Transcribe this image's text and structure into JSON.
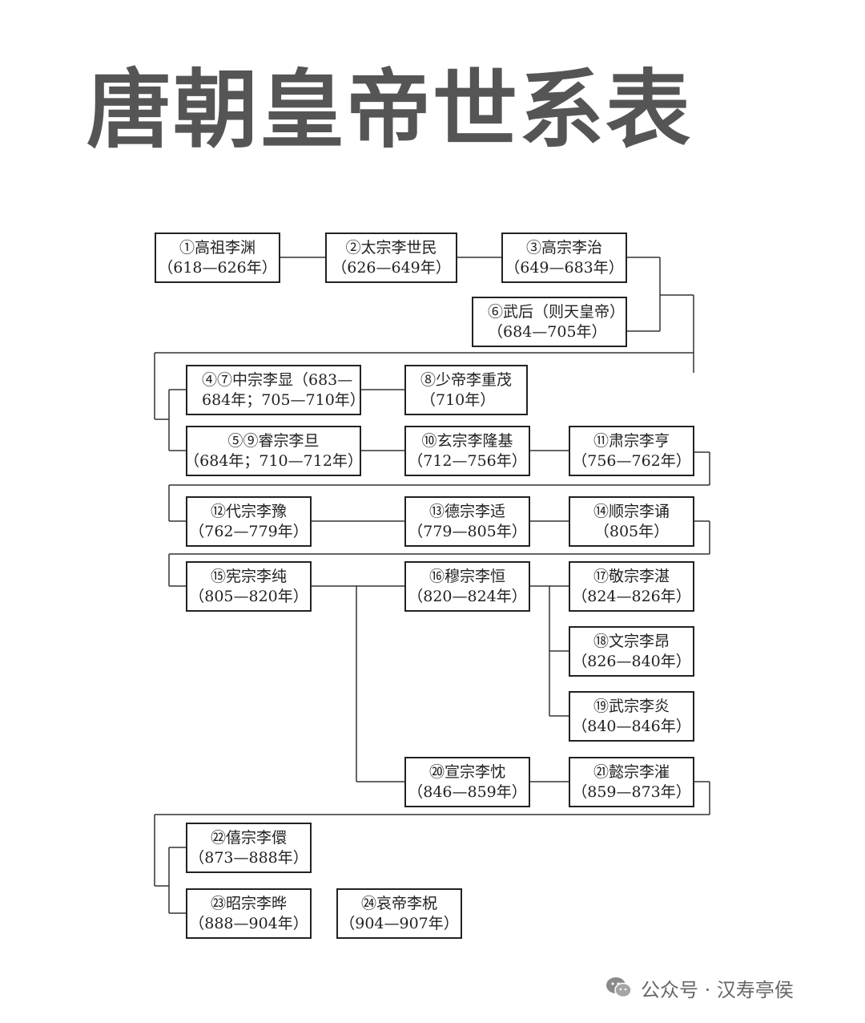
{
  "title": "唐朝皇帝世系表",
  "emperors": {
    "e1": {
      "l1": "①高祖李渊",
      "l2": "（618—626年）"
    },
    "e2": {
      "l1": "②太宗李世民",
      "l2": "（626—649年）"
    },
    "e3": {
      "l1": "③高宗李治",
      "l2": "（649—683年）"
    },
    "e6": {
      "l1": "⑥武后（则天皇帝）",
      "l2": "（684—705年）"
    },
    "e47": {
      "l1": "④⑦中宗李显（683—",
      "l2": "684年；705—710年）"
    },
    "e8": {
      "l1": "⑧少帝李重茂",
      "l2": "（710年）"
    },
    "e59": {
      "l1": "⑤⑨睿宗李旦",
      "l2": "（684年；710—712年）"
    },
    "e10": {
      "l1": "⑩玄宗李隆基",
      "l2": "（712—756年）"
    },
    "e11": {
      "l1": "⑪肃宗李亨",
      "l2": "（756—762年）"
    },
    "e12": {
      "l1": "⑫代宗李豫",
      "l2": "（762—779年）"
    },
    "e13": {
      "l1": "⑬德宗李适",
      "l2": "（779—805年）"
    },
    "e14": {
      "l1": "⑭顺宗李诵",
      "l2": "（805年）"
    },
    "e15": {
      "l1": "⑮宪宗李纯",
      "l2": "（805—820年）"
    },
    "e16": {
      "l1": "⑯穆宗李恒",
      "l2": "（820—824年）"
    },
    "e17": {
      "l1": "⑰敬宗李湛",
      "l2": "（824—826年）"
    },
    "e18": {
      "l1": "⑱文宗李昂",
      "l2": "（826—840年）"
    },
    "e19": {
      "l1": "⑲武宗李炎",
      "l2": "（840—846年）"
    },
    "e20": {
      "l1": "⑳宣宗李忱",
      "l2": "（846—859年）"
    },
    "e21": {
      "l1": "㉑懿宗李漼",
      "l2": "（859—873年）"
    },
    "e22": {
      "l1": "㉒僖宗李儇",
      "l2": "（873—888年）"
    },
    "e23": {
      "l1": "㉓昭宗李晔",
      "l2": "（888—904年）"
    },
    "e24": {
      "l1": "㉔哀帝李柷",
      "l2": "（904—907年）"
    }
  },
  "footer": {
    "text": "公众号 · 汉寿亭侯",
    "icon": "wechat-icon"
  }
}
